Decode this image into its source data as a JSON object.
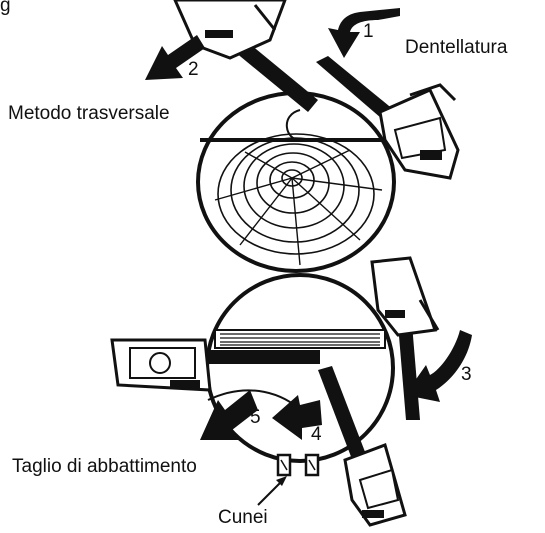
{
  "labels": {
    "top_left_partial": "g",
    "dentellatura": "Dentellatura",
    "metodo_trasversale": "Metodo trasversale",
    "taglio_abbattimento": "Taglio di abbattimento",
    "cunei": "Cunei"
  },
  "steps": [
    "1",
    "2",
    "3",
    "4",
    "5"
  ],
  "colors": {
    "ink": "#111111",
    "paper": "#ffffff"
  }
}
